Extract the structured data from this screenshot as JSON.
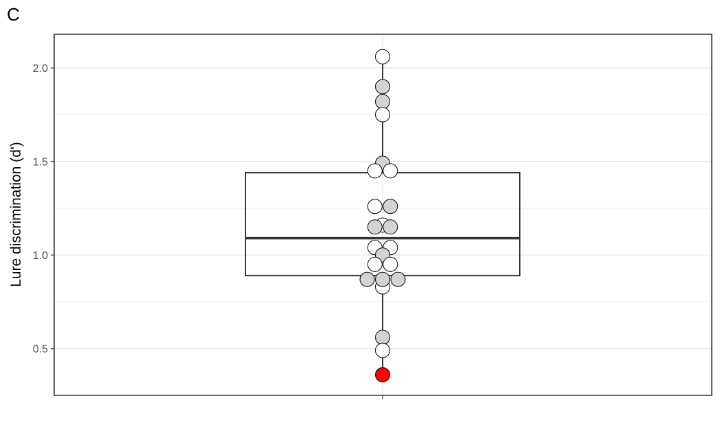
{
  "panel_label": "C",
  "chart_data": {
    "type": "box+dotplot",
    "title": "",
    "xlabel": "",
    "ylabel": "Lure discrimination (d')",
    "ylim": [
      0.25,
      2.18
    ],
    "yticks": [
      0.5,
      1.0,
      1.5,
      2.0
    ],
    "ytick_labels": [
      "0.5",
      "1.0",
      "1.5",
      "2.0"
    ],
    "grid": true,
    "box": {
      "q1": 0.89,
      "median": 1.09,
      "q3": 1.44,
      "whisker_low": 0.36,
      "whisker_high": 2.06
    },
    "points": [
      {
        "y": 2.06,
        "fill": "#ffffff"
      },
      {
        "y": 1.9,
        "fill": "#d3d3d3"
      },
      {
        "y": 1.82,
        "fill": "#d3d3d3"
      },
      {
        "y": 1.75,
        "fill": "#ffffff"
      },
      {
        "y": 1.49,
        "fill": "#d3d3d3"
      },
      {
        "y": 1.45,
        "fill": "#ffffff"
      },
      {
        "y": 1.45,
        "fill": "#ffffff"
      },
      {
        "y": 1.26,
        "fill": "#ffffff"
      },
      {
        "y": 1.26,
        "fill": "#d3d3d3"
      },
      {
        "y": 1.16,
        "fill": "#ffffff"
      },
      {
        "y": 1.15,
        "fill": "#d3d3d3"
      },
      {
        "y": 1.15,
        "fill": "#d3d3d3"
      },
      {
        "y": 1.04,
        "fill": "#ffffff"
      },
      {
        "y": 1.04,
        "fill": "#ffffff"
      },
      {
        "y": 1.0,
        "fill": "#d3d3d3"
      },
      {
        "y": 0.95,
        "fill": "#ffffff"
      },
      {
        "y": 0.95,
        "fill": "#ffffff"
      },
      {
        "y": 0.83,
        "fill": "#ffffff"
      },
      {
        "y": 0.87,
        "fill": "#d3d3d3"
      },
      {
        "y": 0.87,
        "fill": "#d3d3d3"
      },
      {
        "y": 0.87,
        "fill": "#d3d3d3"
      },
      {
        "y": 0.56,
        "fill": "#d3d3d3"
      },
      {
        "y": 0.49,
        "fill": "#ffffff"
      },
      {
        "y": 0.36,
        "fill": "#ff0000"
      }
    ]
  }
}
